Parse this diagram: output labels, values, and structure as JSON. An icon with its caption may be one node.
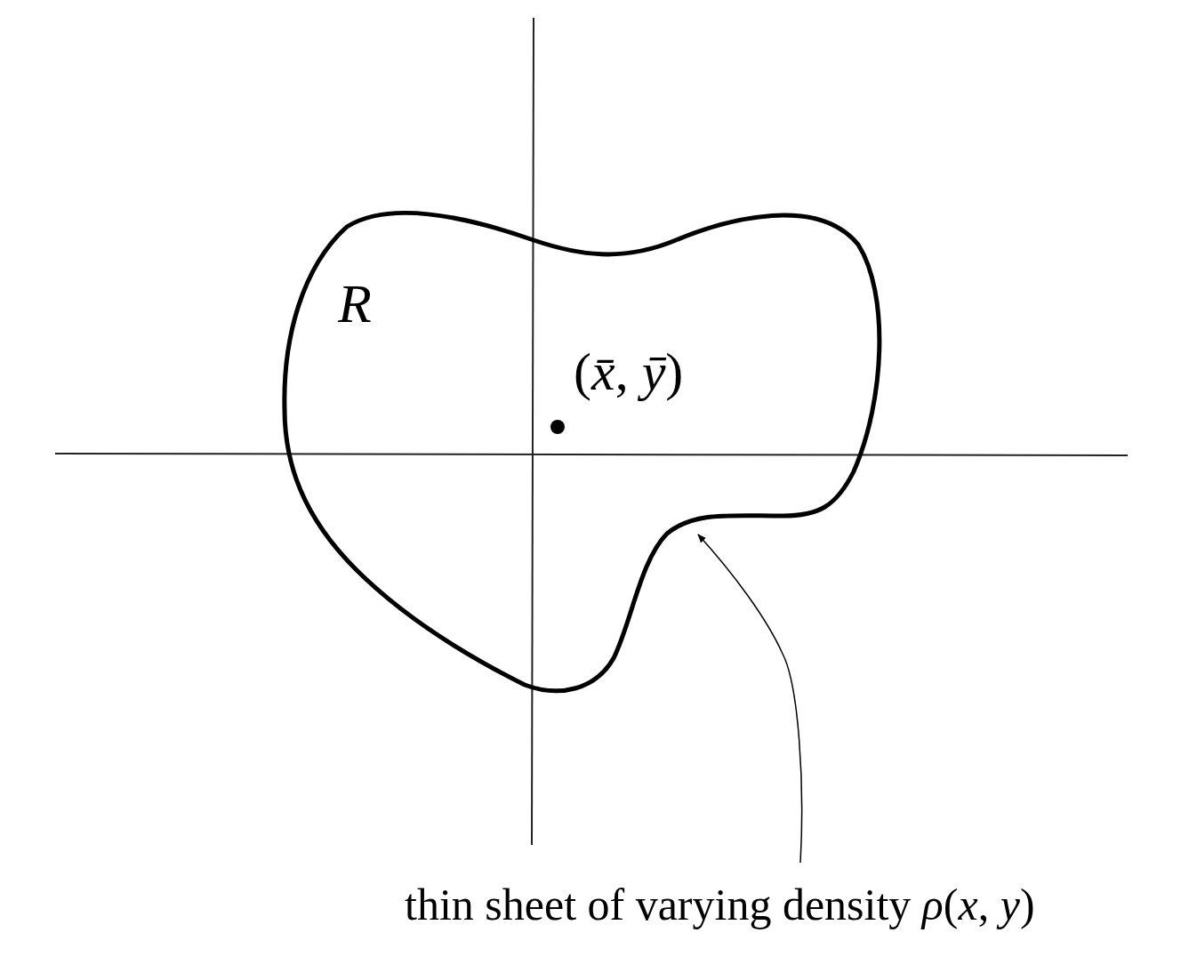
{
  "diagram": {
    "nodes": [
      {
        "text": [
          "*R*"
        ]
      },
      {
        "text": [
          "thin sheet of varying density *ρ*(*x*, *y*)"
        ]
      }
    ],
    "edges": [
      {
        "from": 1,
        "to": 0,
        "arrow": "to"
      }
    ],
    "labels": [
      "(*x̄*, *ȳ*)"
    ]
  }
}
